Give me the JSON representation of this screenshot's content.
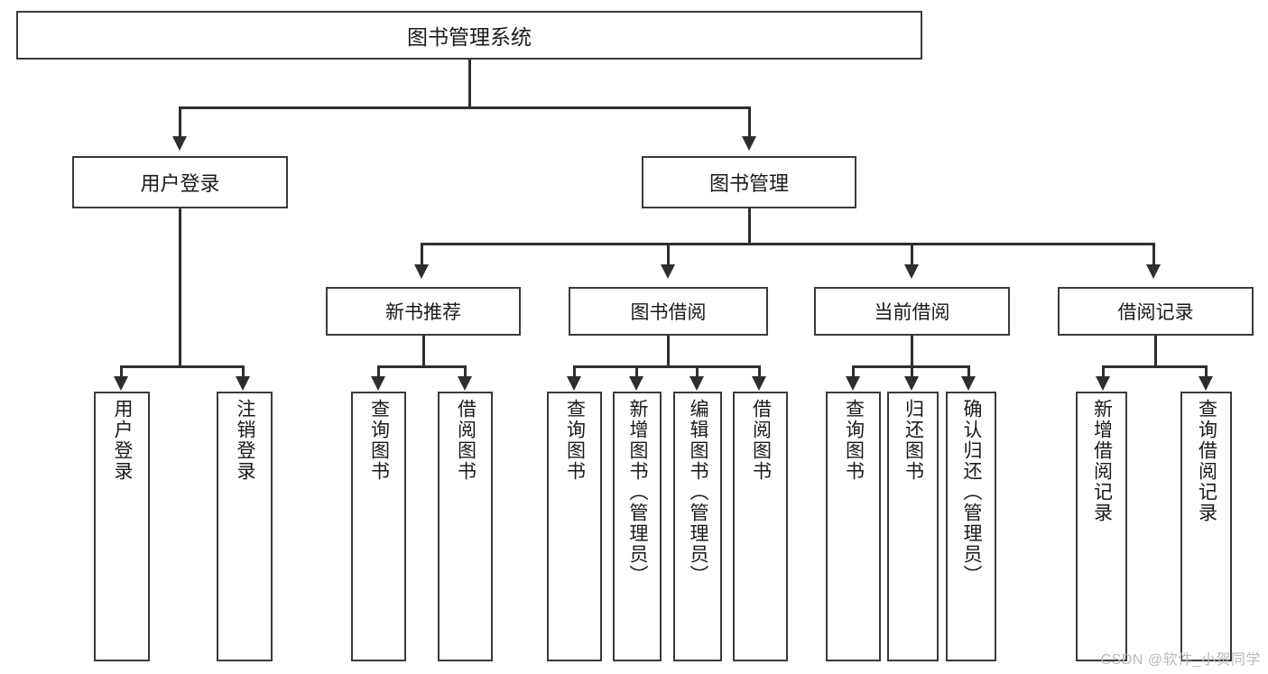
{
  "diagram": {
    "type": "tree",
    "title": "图书管理系统",
    "root": {
      "label": "图书管理系统"
    },
    "tier1": [
      {
        "label": "用户登录"
      },
      {
        "label": "图书管理"
      }
    ],
    "tier2": [
      {
        "label": "新书推荐",
        "parent": "图书管理"
      },
      {
        "label": "图书借阅",
        "parent": "图书管理"
      },
      {
        "label": "当前借阅",
        "parent": "图书管理"
      },
      {
        "label": "借阅记录",
        "parent": "图书管理"
      }
    ],
    "leaves": {
      "user_login": [
        {
          "label": "用户登录"
        },
        {
          "label": "注销登录"
        }
      ],
      "new_book_recommend": [
        {
          "label": "查询图书"
        },
        {
          "label": "借阅图书"
        }
      ],
      "book_borrow": [
        {
          "label": "查询图书"
        },
        {
          "label": "新增图书（管理员）"
        },
        {
          "label": "编辑图书（管理员）"
        },
        {
          "label": "借阅图书"
        }
      ],
      "current_borrow": [
        {
          "label": "查询图书"
        },
        {
          "label": "归还图书"
        },
        {
          "label": "确认归还（管理员）"
        }
      ],
      "borrow_record": [
        {
          "label": "新增借阅记录"
        },
        {
          "label": "查询借阅记录"
        }
      ]
    }
  },
  "watermark": {
    "text": "CSDN @软件_小贺同学"
  },
  "colors": {
    "line": "#2e2e2e",
    "border": "#3a3a3a",
    "background": "#ffffff",
    "text": "#1a1a1a",
    "watermark": "#b9b9b9"
  }
}
